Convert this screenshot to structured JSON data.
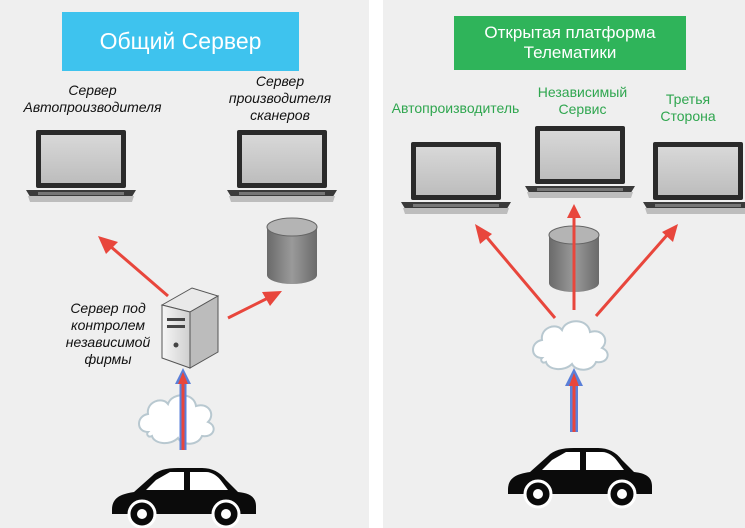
{
  "left_panel": {
    "title": "Общий Сервер",
    "oem_server_line1": "Сервер",
    "oem_server_line2": "Автопроизводителя",
    "scanner_server_line1": "Сервер",
    "scanner_server_line2": "производителя",
    "scanner_server_line3": "сканеров",
    "independent_line1": "Сервер под",
    "independent_line2": "контролем",
    "independent_line3": "независимой",
    "independent_line4": "фирмы"
  },
  "right_panel": {
    "title_line1": "Открытая платформа",
    "title_line2": "Телематики",
    "oem_label": "Автопроизводитель",
    "independent_line1": "Независимый",
    "independent_line2": "Сервис",
    "third_party_line1": "Третья",
    "third_party_line2": "Сторона"
  },
  "colors": {
    "left_title_bg": "#3ec3ee",
    "right_title_bg": "#2fb45a",
    "right_label_text": "#2fa64f",
    "arrow_red": "#e8463c",
    "arrow_blue": "#5a7fd8"
  }
}
